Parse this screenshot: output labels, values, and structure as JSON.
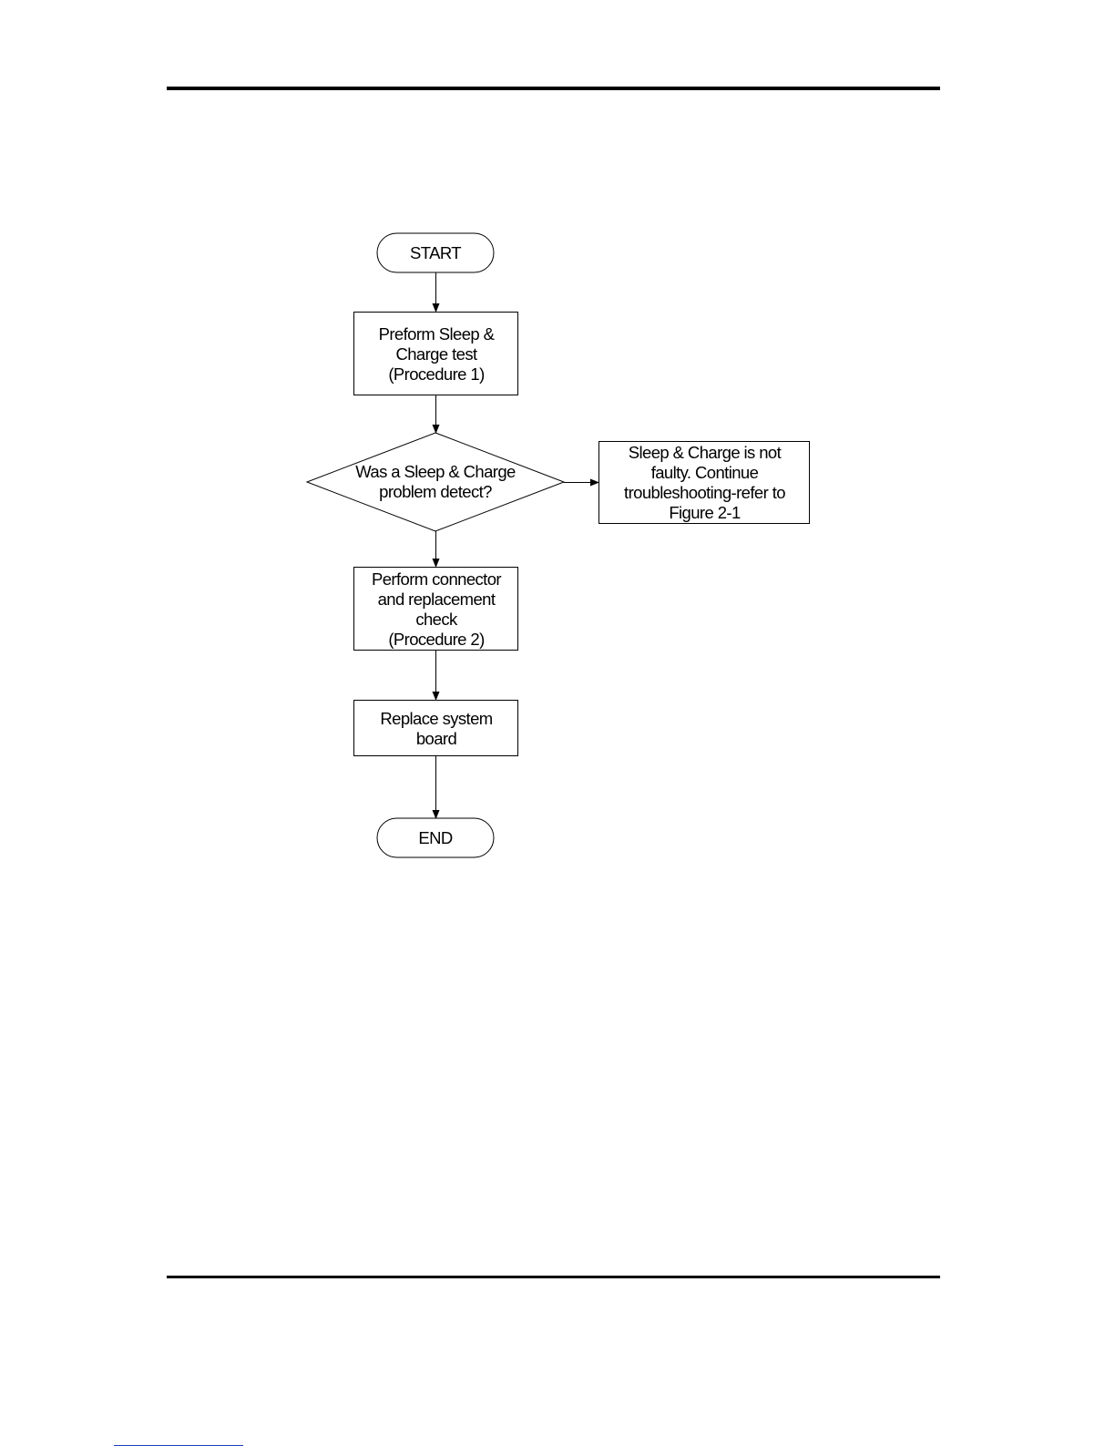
{
  "flowchart": {
    "nodes": {
      "start": {
        "label": "START"
      },
      "sleep_charge_test": {
        "label": "Preform Sleep &\nCharge test\n(Procedure 1)"
      },
      "problem_decision": {
        "label": "Was a Sleep & Charge\nproblem detect?"
      },
      "not_faulty": {
        "label": "Sleep & Charge is not\nfaulty. Continue\ntroubleshooting-refer to\nFigure 2-1"
      },
      "connector_check": {
        "label": "Perform connector\nand replacement\ncheck\n(Procedure 2)"
      },
      "replace_board": {
        "label": "Replace system\nboard"
      },
      "end": {
        "label": "END"
      }
    }
  }
}
